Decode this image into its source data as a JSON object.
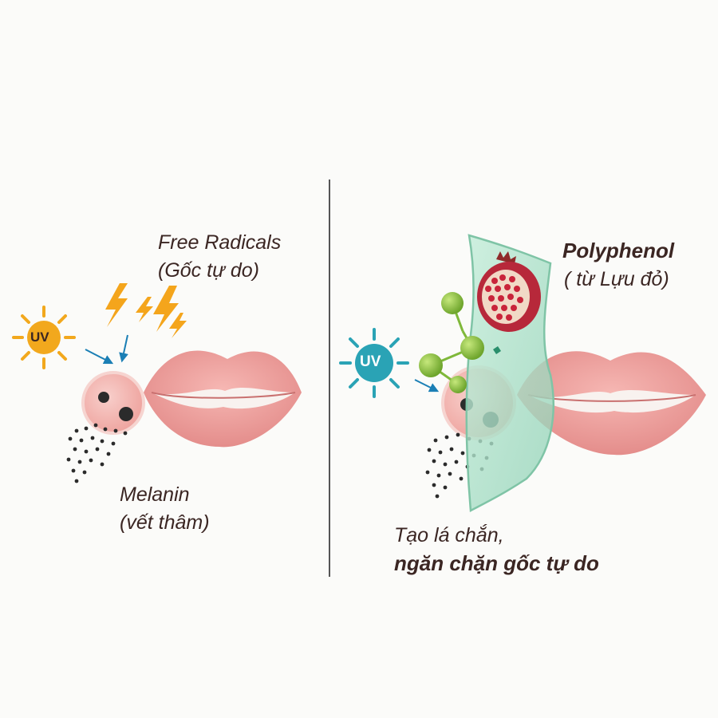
{
  "left": {
    "uv_label": "UV",
    "free_radicals_line1": "Free Radicals",
    "free_radicals_line2": "(Gốc tự do)",
    "melanin_line1": "Melanin",
    "melanin_line2": "(vết thâm)"
  },
  "right": {
    "uv_label": "UV",
    "polyphenol_line1": "Polyphenol",
    "polyphenol_line2": "( từ Lựu đỏ)",
    "shield_line1": "Tạo lá chắn,",
    "shield_line2": "ngăn chặn gốc tự do"
  },
  "colors": {
    "uv_left": "#f2a81d",
    "uv_right": "#2aa3b5",
    "lightning": "#f4a51c",
    "lips": "#f0a3a0",
    "lips_shadow": "#e58d8b",
    "radical": "#f2b9b4",
    "molecule": "#8cc63f",
    "shield": "#a9e0c6",
    "arrow": "#1b7fb5",
    "text": "#3b2623"
  }
}
